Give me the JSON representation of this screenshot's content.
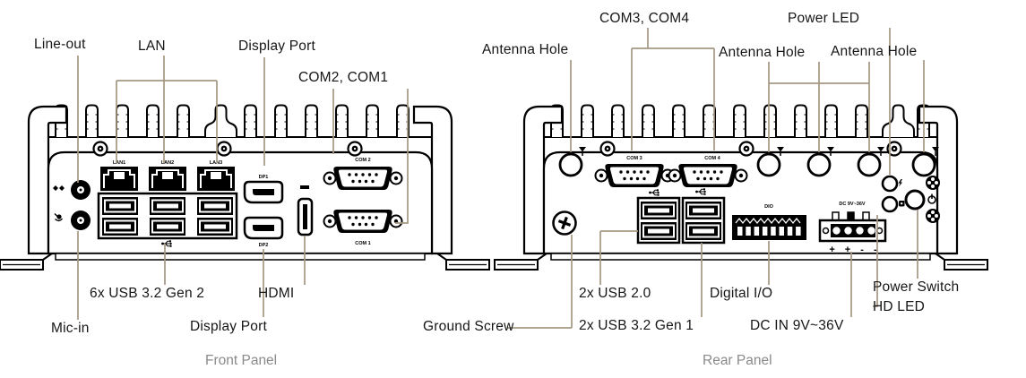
{
  "front_panel": {
    "caption": "Front Panel",
    "callouts": {
      "line_out": "Line-out",
      "lan": "LAN",
      "display_port_top": "Display Port",
      "com2_com1": "COM2, COM1",
      "usb6": "6x USB 3.2 Gen 2",
      "hdmi": "HDMI",
      "mic_in": "Mic-in",
      "display_port_bottom": "Display Port"
    },
    "port_labels": {
      "lan1": "LAN1",
      "lan2": "LAN2",
      "lan3": "LAN3",
      "dp1": "DP1",
      "dp2": "DP2",
      "com2": "COM 2",
      "com1": "COM 1"
    }
  },
  "rear_panel": {
    "caption": "Rear Panel",
    "callouts": {
      "antenna_left": "Antenna Hole",
      "com3_com4": "COM3, COM4",
      "antenna_mid": "Antenna Hole",
      "power_led": "Power LED",
      "antenna_right": "Antenna Hole",
      "ground_screw": "Ground Screw",
      "usb20": "2x USB 2.0",
      "usb32": "2x USB 3.2 Gen 1",
      "digital_io": "Digital I/O",
      "dc_in": "DC IN 9V~36V",
      "power_switch": "Power Switch",
      "hd_led": "HD LED"
    },
    "port_labels": {
      "com3": "COM 3",
      "com4": "COM 4",
      "dio": "DIO",
      "dc": "DC 9V~36V",
      "dc_polarity": "+ + - -"
    }
  },
  "colors": {
    "leader_line": "#a59782",
    "caption_text": "#8a8a8a",
    "label_text": "#161616",
    "line_art": "#000000"
  }
}
